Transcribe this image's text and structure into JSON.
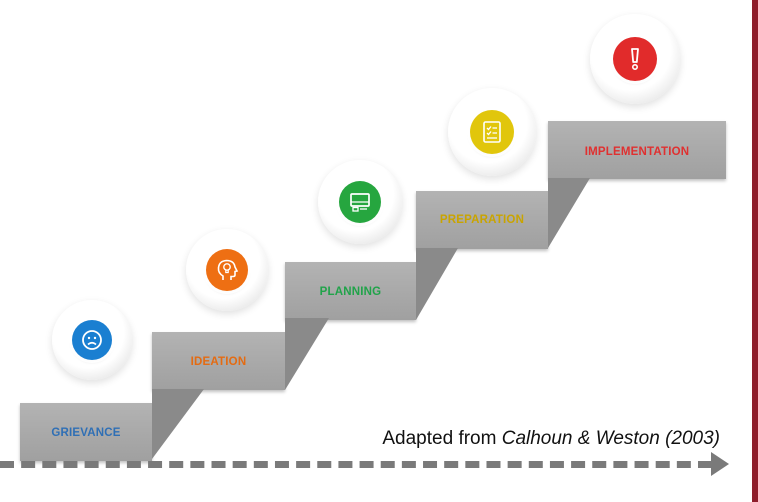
{
  "steps": [
    {
      "label": "GRIEVANCE",
      "color": "#2f6fb5",
      "icon": "sad-face-icon",
      "icon_color": "#1a7fd1"
    },
    {
      "label": "IDEATION",
      "color": "#e46b12",
      "icon": "head-lightbulb-icon",
      "icon_color": "#ee6f13"
    },
    {
      "label": "PLANNING",
      "color": "#21a34a",
      "icon": "monitor-icon",
      "icon_color": "#26a63f"
    },
    {
      "label": "PREPARATION",
      "color": "#c9a400",
      "icon": "checklist-icon",
      "icon_color": "#e1c60c"
    },
    {
      "label": "IMPLEMENTATION",
      "color": "#e03030",
      "icon": "exclamation-icon",
      "icon_color": "#e12b2b"
    }
  ],
  "caption": {
    "prefix": "Adapted from ",
    "citation": "Calhoun & Weston (2003)"
  },
  "colors": {
    "step_gray": "#a8a8a8",
    "frame": "#8f1d2b",
    "arrow": "#7a7a7a"
  }
}
